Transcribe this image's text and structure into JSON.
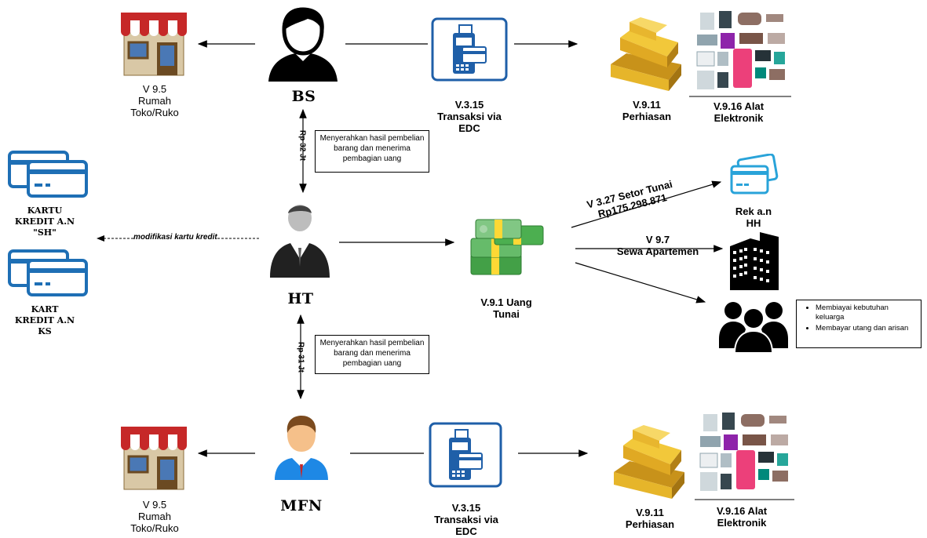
{
  "people": {
    "bs": "BS",
    "ht": "HT",
    "mfn": "MFN"
  },
  "shop_top": "V 9.5\nRumah\nToko/Ruko",
  "shop_bottom": "V 9.5\nRumah\nToko/Ruko",
  "edc_top": "V.3.15\nTransaksi via\nEDC",
  "edc_bottom": "V.3.15\nTransaksi via\nEDC",
  "gold_top": "V.9.11\nPerhiasan",
  "gold_bottom": "V.9.11\nPerhiasan",
  "elec_top": "V.9.16 Alat\nElektronik",
  "elec_bottom": "V.9.16 Alat\nElektronik",
  "cards": {
    "card1": "KARTU\nKREDIT A.N\n\"SH\"",
    "card2": "KART\nKREDIT A.N\nKS",
    "modif": "modifikasi kartu kredit"
  },
  "notes": {
    "top": "Menyerahkan hasil pembelian barang dan menerima pembagian uang",
    "bottom": "Menyerahkan hasil pembelian barang dan menerima pembagian uang"
  },
  "amounts": {
    "top": "Rp 32 Jt",
    "bottom": "Rp 31 Jt"
  },
  "cash": "V.9.1 Uang\nTunai",
  "setor": "V 3.27 Setor Tunai\nRp175.298.871",
  "rek": "Rek a.n\nHH",
  "sewa": "V 9.7\nSewa Apartemen",
  "bullets": [
    "Membiayai kebutuhan keluarga",
    "Membayar utang dan arisan"
  ],
  "colors": {
    "edc_blue": "#1f5fa8",
    "card_blue": "#1e6fb5",
    "cash_green": "#4caf50",
    "gold": "#e0b020",
    "awning_red": "#c62828"
  },
  "icons": [
    "shop-icon",
    "person-icon",
    "edc-icon",
    "gold-icon",
    "electronics-icon",
    "credit-card-icon",
    "cash-icon",
    "building-icon",
    "group-icon"
  ]
}
